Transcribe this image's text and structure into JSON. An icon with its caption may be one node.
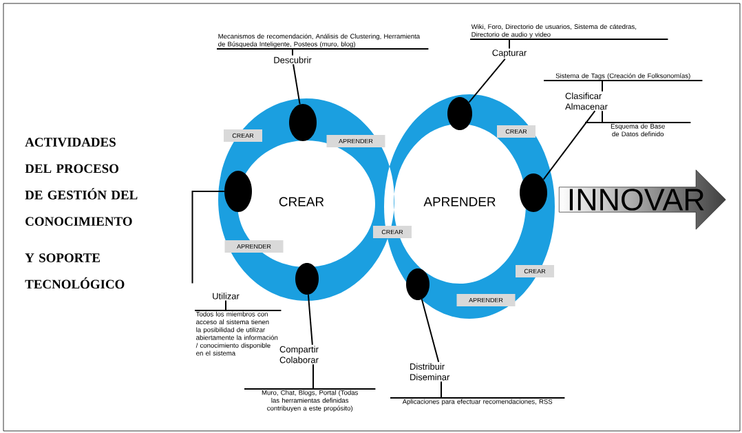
{
  "diagram": {
    "title": "ACTIVIDADES DEL PROCESO DE GESTIÓN DEL CONOCIMIENTO",
    "nodes": [
      {
        "text": [
          "Mecanismos de recomendación, Análisis de Clustering, Herramienta de Búsqueda Inteligente, Posteos (muro, blog)"
        ]
      },
      {
        "text": [
          "Descubrir"
        ]
      },
      {
        "text": [
          "Wiki, Foro, Directorio de usuarios, Sistema de cátedras, Directorio de audio y video"
        ]
      },
      {
        "text": [
          "Capturar"
        ]
      },
      {
        "text": [
          "Sistema de Tags (Creación de Folksonomías)"
        ]
      },
      {
        "text": [
          "Clasificar Almacenar"
        ]
      },
      {
        "text": [
          "Esquema de Base de Datos definido"
        ]
      },
      {
        "text": [],
        "shape": "circle"
      },
      {
        "text": [],
        "shape": "circle"
      },
      {
        "text": [],
        "shape": "circle"
      },
      {
        "text": [],
        "shape": "circle"
      },
      {
        "text": [],
        "shape": "circle"
      },
      {
        "text": [],
        "shape": "circle"
      },
      {
        "text": [
          "CREAR"
        ]
      },
      {
        "text": [
          "CREAR"
        ]
      },
      {
        "text": [
          "APRENDER"
        ]
      },
      {
        "text": [
          "CREAR"
        ]
      },
      {
        "text": [
          "APRENDER"
        ]
      },
      {
        "text": [
          "CREAR"
        ]
      },
      {
        "text": [
          "APRENDER"
        ]
      },
      {
        "text": [
          "INNOVAR"
        ]
      },
      {
        "text": [
          "Utilizar"
        ]
      },
      {
        "text": [
          "Todos los miembros con acceso al sistema tienen la posibilidad de utilizar abiertamente la información / conocimiento disponible en el sistema"
        ]
      },
      {
        "text": [
          "Compartir Colaborar"
        ]
      },
      {
        "text": [
          "Muro, Chat, Blogs, Portal (Todas las herramientas definidas contribuyen a este propósito)"
        ]
      },
      {
        "text": [
          "Distribuir Diseminar"
        ]
      },
      {
        "text": [
          "Aplicaciones para efectuar recomendaciones, RSS"
        ]
      }
    ],
    "edges": [
      {
        "from": 1,
        "to": 7,
        "arrow": "none"
      },
      {
        "from": 3,
        "to": 8,
        "arrow": "none"
      },
      {
        "from": 5,
        "to": 10,
        "arrow": "none"
      },
      {
        "from": 21,
        "to": 9,
        "arrow": "none"
      },
      {
        "from": 23,
        "to": 11,
        "arrow": "none"
      },
      {
        "from": 25,
        "to": 12,
        "arrow": "none"
      },
      {
        "from": 1,
        "to": 0,
        "arrow": "none"
      },
      {
        "from": 3,
        "to": 2,
        "arrow": "none"
      },
      {
        "from": 5,
        "to": 4,
        "arrow": "none"
      },
      {
        "from": 5,
        "to": 6,
        "arrow": "none"
      },
      {
        "from": 21,
        "to": 22,
        "arrow": "none"
      },
      {
        "from": 23,
        "to": 24,
        "arrow": "none"
      },
      {
        "from": 25,
        "to": 26,
        "arrow": "none"
      }
    ],
    "labels": [
      "Y SOPORTE TECNOLÓGICO",
      "CREAR",
      "APRENDER"
    ]
  }
}
